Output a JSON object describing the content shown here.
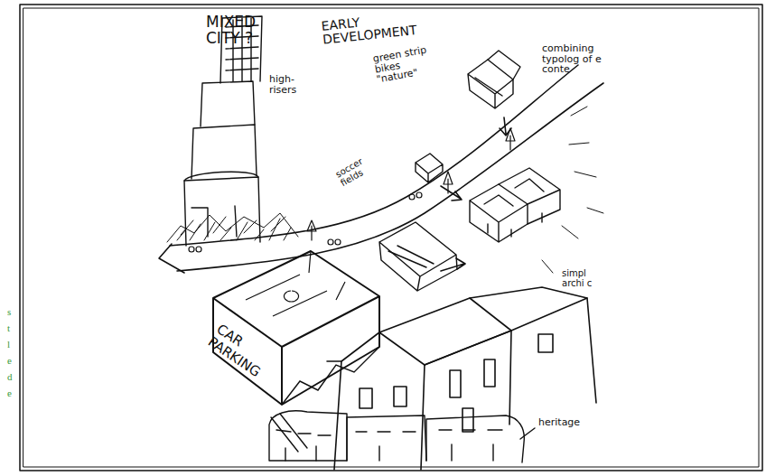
{
  "diagram": {
    "nodes": [
      {
        "text": [
          "CAR PARKING"
        ]
      }
    ],
    "labels": [
      "MIXED CITY ?",
      "EARLY DEVELOPMENT",
      "high-risers",
      "green strip bikes \"nature\"",
      "soccer fields",
      "combining typolog of e conte",
      "simpl archi c",
      "heritage",
      "s",
      "t",
      "l",
      "e",
      "d",
      "e"
    ]
  }
}
